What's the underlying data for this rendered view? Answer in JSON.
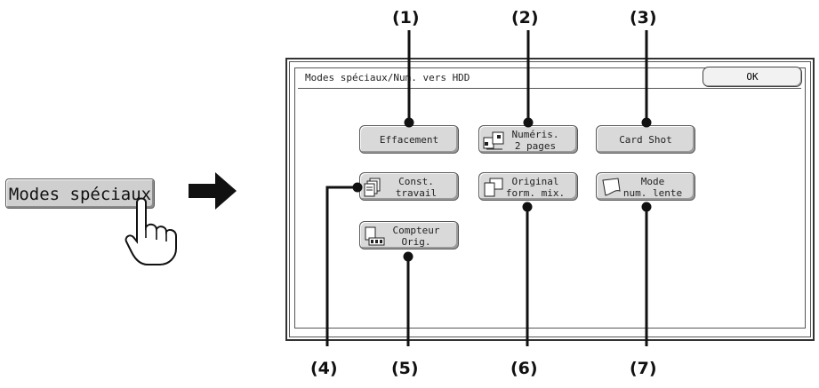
{
  "physical_key": {
    "label": "Modes spéciaux"
  },
  "screen": {
    "title": "Modes spéciaux/Num. vers HDD",
    "ok_label": "OK",
    "buttons": {
      "effacement": {
        "line1": "Effacement"
      },
      "numeris": {
        "line1": "Numéris.",
        "line2": "2 pages"
      },
      "cardshot": {
        "line1": "Card Shot"
      },
      "const": {
        "line1": "Const.",
        "line2": "travail"
      },
      "original": {
        "line1": "Original",
        "line2": "form. mix."
      },
      "mode": {
        "line1": "Mode",
        "line2": "num. lente"
      },
      "compteur": {
        "line1": "Compteur",
        "line2": "Orig."
      }
    }
  },
  "callouts": [
    "(1)",
    "(2)",
    "(3)",
    "(4)",
    "(5)",
    "(6)",
    "(7)"
  ]
}
